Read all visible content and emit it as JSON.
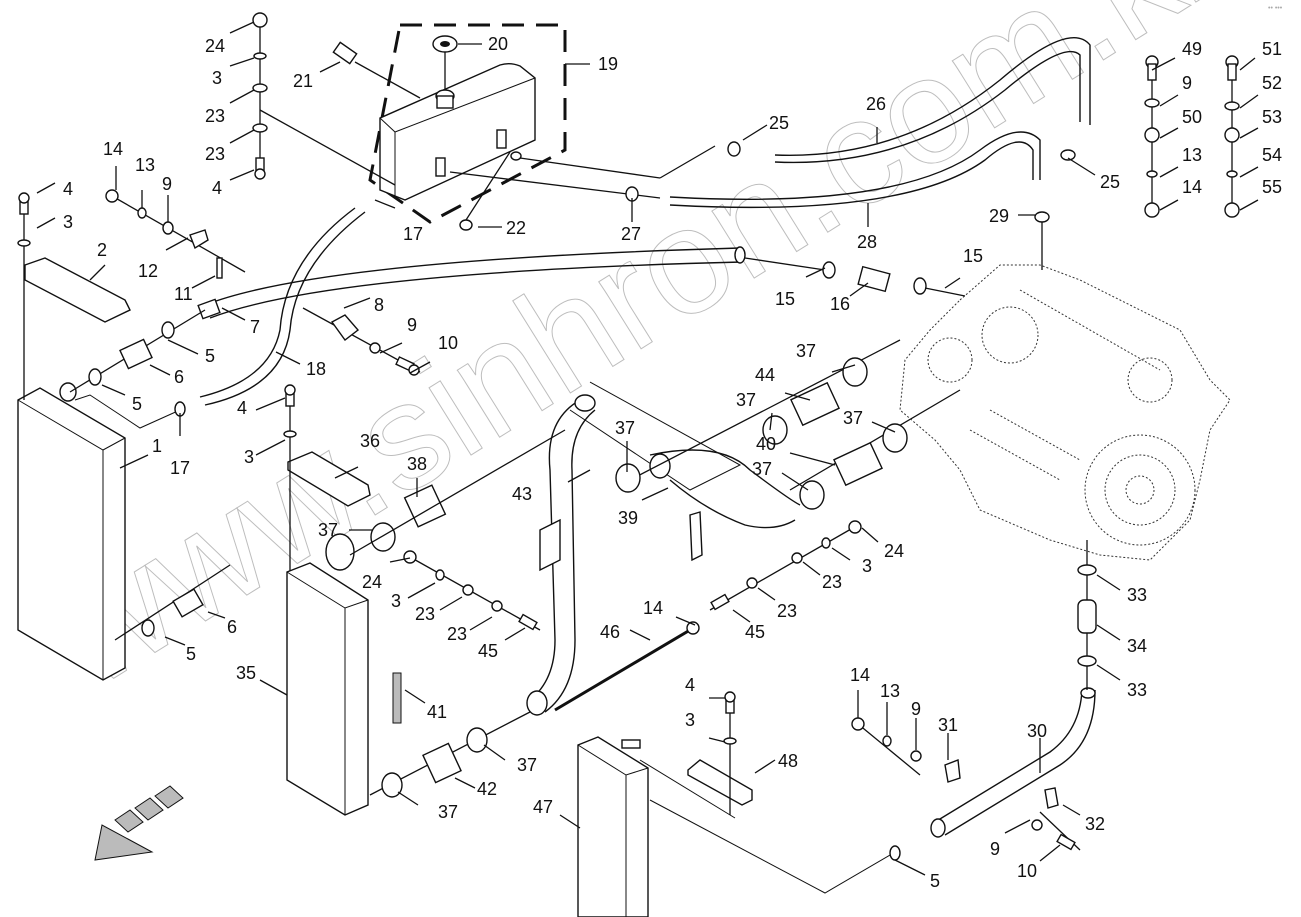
{
  "diagram": {
    "title": "Cooling system exploded parts diagram",
    "watermark": "www.sinhron.com.kz",
    "corner_mark": "•• •••",
    "orientation_arrow": "front-direction-arrow"
  },
  "callouts": [
    {
      "id": "c24a",
      "label": "24"
    },
    {
      "id": "c3a",
      "label": "3"
    },
    {
      "id": "c23a",
      "label": "23"
    },
    {
      "id": "c23b",
      "label": "23"
    },
    {
      "id": "c4a",
      "label": "4"
    },
    {
      "id": "c21",
      "label": "21"
    },
    {
      "id": "c20",
      "label": "20"
    },
    {
      "id": "c19",
      "label": "19"
    },
    {
      "id": "c22",
      "label": "22"
    },
    {
      "id": "c17a",
      "label": "17"
    },
    {
      "id": "c25a",
      "label": "25"
    },
    {
      "id": "c26",
      "label": "26"
    },
    {
      "id": "c27",
      "label": "27"
    },
    {
      "id": "c28",
      "label": "28"
    },
    {
      "id": "c25b",
      "label": "25"
    },
    {
      "id": "c29",
      "label": "29"
    },
    {
      "id": "c49",
      "label": "49"
    },
    {
      "id": "c9a",
      "label": "9"
    },
    {
      "id": "c50",
      "label": "50"
    },
    {
      "id": "c13a",
      "label": "13"
    },
    {
      "id": "c14a",
      "label": "14"
    },
    {
      "id": "c51",
      "label": "51"
    },
    {
      "id": "c52",
      "label": "52"
    },
    {
      "id": "c53",
      "label": "53"
    },
    {
      "id": "c54",
      "label": "54"
    },
    {
      "id": "c55",
      "label": "55"
    },
    {
      "id": "c4b",
      "label": "4"
    },
    {
      "id": "c3b",
      "label": "3"
    },
    {
      "id": "c2",
      "label": "2"
    },
    {
      "id": "c14b",
      "label": "14"
    },
    {
      "id": "c13b",
      "label": "13"
    },
    {
      "id": "c9b",
      "label": "9"
    },
    {
      "id": "c12",
      "label": "12"
    },
    {
      "id": "c11",
      "label": "11"
    },
    {
      "id": "c7",
      "label": "7"
    },
    {
      "id": "c5a",
      "label": "5"
    },
    {
      "id": "c6a",
      "label": "6"
    },
    {
      "id": "c5b",
      "label": "5"
    },
    {
      "id": "c8",
      "label": "8"
    },
    {
      "id": "c9c",
      "label": "9"
    },
    {
      "id": "c10a",
      "label": "10"
    },
    {
      "id": "c18",
      "label": "18"
    },
    {
      "id": "c17b",
      "label": "17"
    },
    {
      "id": "c1",
      "label": "1"
    },
    {
      "id": "c15a",
      "label": "15"
    },
    {
      "id": "c16",
      "label": "16"
    },
    {
      "id": "c15b",
      "label": "15"
    },
    {
      "id": "c37a",
      "label": "37"
    },
    {
      "id": "c44",
      "label": "44"
    },
    {
      "id": "c37b",
      "label": "37"
    },
    {
      "id": "c37c",
      "label": "37"
    },
    {
      "id": "c40",
      "label": "40"
    },
    {
      "id": "c37d",
      "label": "37"
    },
    {
      "id": "c4c",
      "label": "4"
    },
    {
      "id": "c3c",
      "label": "3"
    },
    {
      "id": "c36",
      "label": "36"
    },
    {
      "id": "c38",
      "label": "38"
    },
    {
      "id": "c37e",
      "label": "37"
    },
    {
      "id": "c43",
      "label": "43"
    },
    {
      "id": "c37f",
      "label": "37"
    },
    {
      "id": "c39",
      "label": "39"
    },
    {
      "id": "c24b",
      "label": "24"
    },
    {
      "id": "c3d",
      "label": "3"
    },
    {
      "id": "c23c",
      "label": "23"
    },
    {
      "id": "c23d",
      "label": "23"
    },
    {
      "id": "c45a",
      "label": "45"
    },
    {
      "id": "c24c",
      "label": "24"
    },
    {
      "id": "c3e",
      "label": "3"
    },
    {
      "id": "c23e",
      "label": "23"
    },
    {
      "id": "c23f",
      "label": "23"
    },
    {
      "id": "c45b",
      "label": "45"
    },
    {
      "id": "c14c",
      "label": "14"
    },
    {
      "id": "c46",
      "label": "46"
    },
    {
      "id": "c6b",
      "label": "6"
    },
    {
      "id": "c5c",
      "label": "5"
    },
    {
      "id": "c35",
      "label": "35"
    },
    {
      "id": "c41",
      "label": "41"
    },
    {
      "id": "c37g",
      "label": "37"
    },
    {
      "id": "c42",
      "label": "42"
    },
    {
      "id": "c37h",
      "label": "37"
    },
    {
      "id": "c47",
      "label": "47"
    },
    {
      "id": "c4d",
      "label": "4"
    },
    {
      "id": "c3f",
      "label": "3"
    },
    {
      "id": "c48",
      "label": "48"
    },
    {
      "id": "c14d",
      "label": "14"
    },
    {
      "id": "c13c",
      "label": "13"
    },
    {
      "id": "c9d",
      "label": "9"
    },
    {
      "id": "c31",
      "label": "31"
    },
    {
      "id": "c30",
      "label": "30"
    },
    {
      "id": "c32",
      "label": "32"
    },
    {
      "id": "c9e",
      "label": "9"
    },
    {
      "id": "c10b",
      "label": "10"
    },
    {
      "id": "c5d",
      "label": "5"
    },
    {
      "id": "c33a",
      "label": "33"
    },
    {
      "id": "c34",
      "label": "34"
    },
    {
      "id": "c33b",
      "label": "33"
    }
  ]
}
